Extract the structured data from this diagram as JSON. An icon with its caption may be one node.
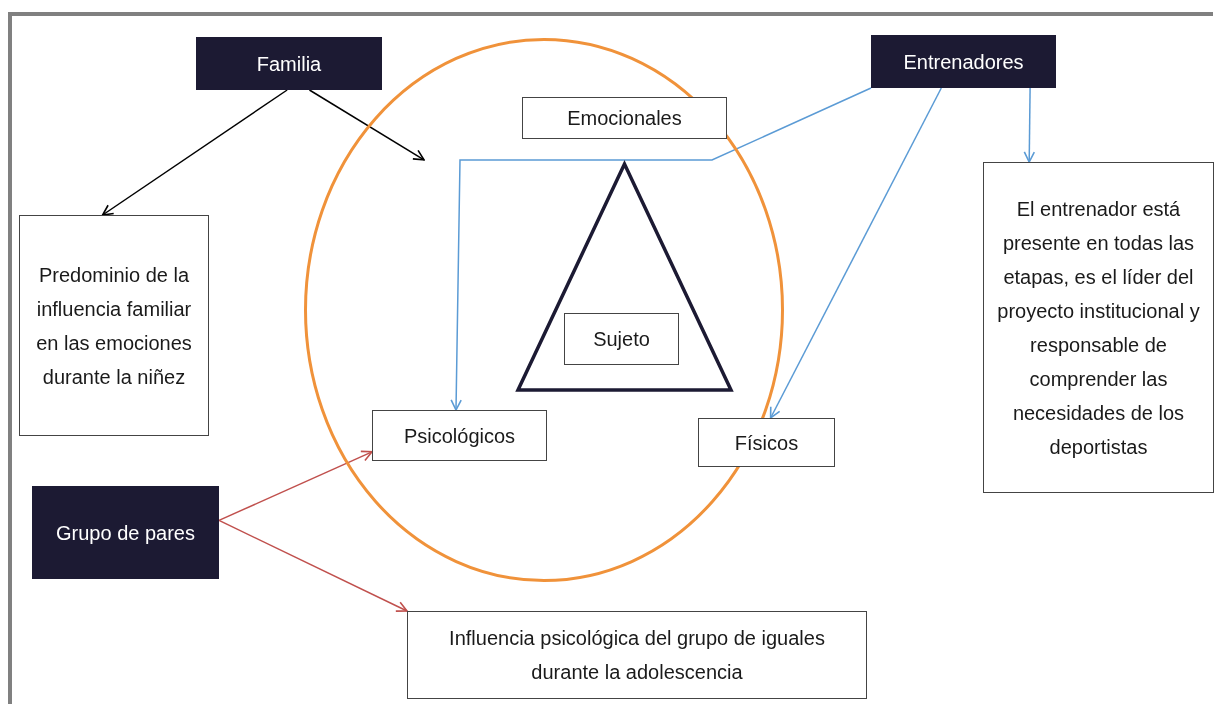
{
  "diagram": {
    "nodes": [
      {
        "text": [
          "Familia"
        ]
      },
      {
        "text": [],
        "shape": "circle"
      },
      {
        "text": [
          "Emocionales"
        ],
        "in": 1
      },
      {
        "text": [
          "Entrenadores"
        ]
      },
      {
        "text": [],
        "shape": "triangle",
        "in": 1
      },
      {
        "text": [
          "Sujeto"
        ],
        "in": 4
      },
      {
        "text": [
          "Predominio de la influencia familiar en las emociones durante la niñez"
        ]
      },
      {
        "text": [
          "El entrenador está presente en todas las etapas, es el líder del proyecto institucional y responsable de comprender las necesidades de los deportistas"
        ]
      },
      {
        "text": [
          "Psicológicos"
        ],
        "in": 1
      },
      {
        "text": [
          "Físicos"
        ],
        "in": 1
      },
      {
        "text": [
          "Grupo de pares"
        ]
      },
      {
        "text": [
          "Influencia psicológica del grupo de iguales durante la adolescencia"
        ]
      }
    ],
    "edges": [
      {
        "from": 0,
        "to": 6,
        "arrow": "to",
        "color": "#000000"
      },
      {
        "from": 0,
        "to": 1,
        "arrow": "to",
        "color": "#000000"
      },
      {
        "from": 3,
        "to": 8,
        "arrow": "to",
        "color": "#5b9bd5"
      },
      {
        "from": 3,
        "to": 9,
        "arrow": "to",
        "color": "#5b9bd5"
      },
      {
        "from": 3,
        "to": 7,
        "arrow": "to",
        "color": "#5b9bd5"
      },
      {
        "from": 10,
        "to": 8,
        "arrow": "to",
        "color": "#c0504d"
      },
      {
        "from": 10,
        "to": 11,
        "arrow": "to",
        "color": "#c0504d"
      }
    ]
  }
}
